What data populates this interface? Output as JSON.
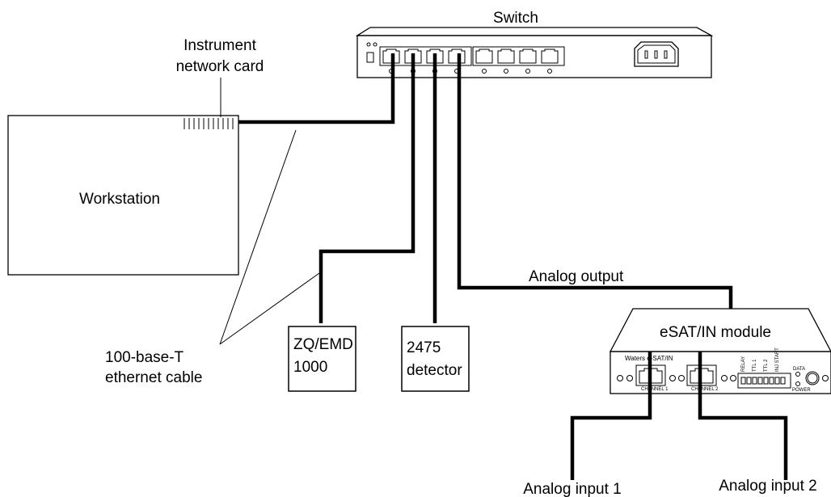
{
  "labels": {
    "switch": "Switch",
    "instrument_card_line1": "Instrument",
    "instrument_card_line2": "network card",
    "workstation": "Workstation",
    "cable_line1": "100-base-T",
    "cable_line2": "ethernet cable",
    "zq_line1": "ZQ/EMD",
    "zq_line2": "1000",
    "det_line1": "2475",
    "det_line2": "detector",
    "analog_output": "Analog output",
    "esat_module": "eSAT/IN module",
    "analog_input_1": "Analog input 1",
    "analog_input_2": "Analog input 2"
  },
  "esat_panel": {
    "brand": "Waters e-SAT/IN",
    "channel_1": "CHANNEL 1",
    "channel_2": "CHANNEL 2",
    "relay": "RELAY",
    "ttl1": "TTL 1",
    "ttl2": "TTL 2",
    "start": "INJ START",
    "data": "DATA",
    "power": "POWER"
  }
}
